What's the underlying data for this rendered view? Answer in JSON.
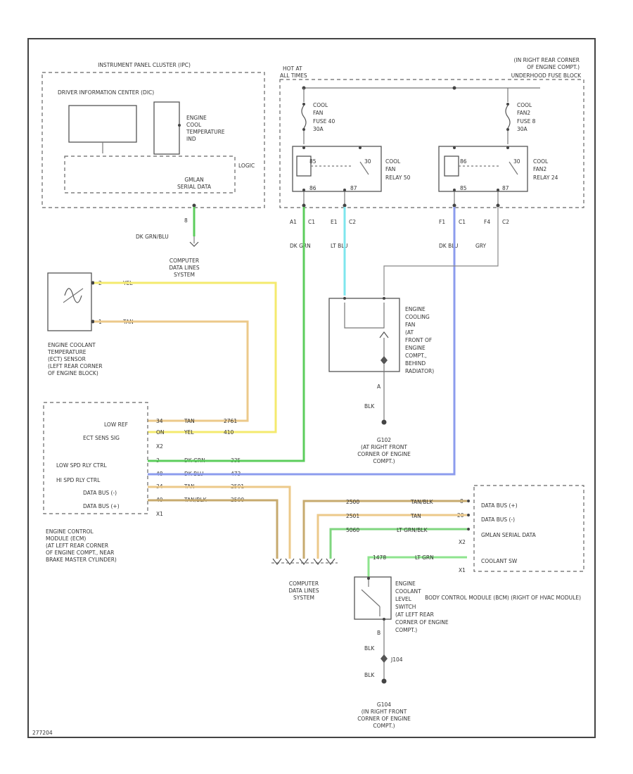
{
  "colors": {
    "dk_grn": "#5ccd5c",
    "lt_blu": "#7ee6ee",
    "dk_blu": "#8c9cee",
    "yel": "#f4ea6e",
    "tan": "#ecc98a",
    "tan_blk": "#c7aa6e",
    "lt_grn_blk": "#7fd67f",
    "lt_grn": "#8ee48e",
    "frame": "#444444"
  },
  "ipc": {
    "title": "INSTRUMENT PANEL CLUSTER (IPC)",
    "dic": "DRIVER INFORMATION CENTER (DIC)",
    "gauge_label": [
      "ENGINE",
      "COOL",
      "TEMPERATURE",
      "IND"
    ],
    "logic": "LOGIC",
    "gmlan": [
      "GMLAN",
      "SERIAL DATA"
    ],
    "pin": "8",
    "wire": "DK GRN/BLU"
  },
  "computer_data_top": [
    "COMPUTER",
    "DATA LINES",
    "SYSTEM"
  ],
  "computer_data_bottom": [
    "COMPUTER",
    "DATA LINES",
    "SYSTEM"
  ],
  "ect": {
    "pins": [
      "2",
      "1"
    ],
    "wires": [
      "YEL",
      "TAN"
    ],
    "label": [
      "ENGINE COOLANT",
      "TEMPERATURE",
      "(ECT) SENSOR",
      "(LEFT REAR CORNER",
      "OF ENGINE BLOCK)"
    ]
  },
  "ecm": {
    "rows": [
      {
        "pin": "34",
        "label": "LOW REF",
        "wire": "TAN",
        "circuit": "2761"
      },
      {
        "pin": "ON",
        "label": "ECT SENS SIG",
        "wire": "YEL",
        "circuit": "410"
      },
      {
        "pin": "3",
        "label": "LOW SPD RLY CTRL",
        "wire": "DK GRN",
        "circuit": "335"
      },
      {
        "pin": "48",
        "label": "HI SPD RLY CTRL",
        "wire": "DK BLU",
        "circuit": "473"
      },
      {
        "pin": "34",
        "label": "DATA BUS (-)",
        "wire": "TAN",
        "circuit": "2501"
      },
      {
        "pin": "40",
        "label": "DATA BUS (+)",
        "wire": "TAN/BLK",
        "circuit": "2500"
      }
    ],
    "connectors": [
      "X2",
      "X1"
    ],
    "label": [
      "ENGINE CONTROL",
      "MODULE (ECM)",
      "(AT LEFT REAR CORNER",
      "OF ENGINE COMPT., NEAR",
      "BRAKE MASTER CYLINDER)"
    ]
  },
  "underhood": {
    "hot_at": [
      "HOT AT",
      "ALL TIMES"
    ],
    "location": [
      "(IN RIGHT REAR CORNER",
      "OF ENGINE COMPT.)",
      "UNDERHOOD FUSE BLOCK"
    ],
    "fuse1": [
      "COOL",
      "FAN",
      "FUSE 40",
      "30A"
    ],
    "fuse2": [
      "COOL",
      "FAN2",
      "FUSE 8",
      "30A"
    ],
    "relay1": [
      "COOL",
      "FAN",
      "RELAY 50"
    ],
    "relay2": [
      "COOL",
      "FAN2",
      "RELAY 24"
    ],
    "relay_pins1": [
      "85",
      "86",
      "30",
      "87"
    ],
    "relay_pins2": [
      "86",
      "85",
      "30",
      "87"
    ],
    "term": [
      "A1",
      "C1",
      "E1",
      "C2",
      "F1",
      "C1",
      "F4",
      "C2"
    ],
    "wires": [
      "DK GRN",
      "LT BLU",
      "DK BLU",
      "GRY"
    ]
  },
  "fan": {
    "label": [
      "ENGINE",
      "COOLING",
      "FAN",
      "(AT",
      "FRONT OF",
      "ENGINE",
      "COMPT.,",
      "BEHIND",
      "RADIATOR)"
    ],
    "pin": "A",
    "wire": "BLK"
  },
  "g102": {
    "id": "G102",
    "label": [
      "(AT RIGHT FRONT",
      "CORNER OF ENGINE",
      "COMPT.)"
    ]
  },
  "bcm": {
    "rows": [
      {
        "circuit": "2500",
        "wire": "TAN/BLK",
        "pin": "8",
        "label": "DATA BUS (+)"
      },
      {
        "circuit": "2501",
        "wire": "TAN",
        "pin": "20",
        "label": "DATA BUS (-)"
      },
      {
        "circuit": "5060",
        "wire": "LT GRN/BLK",
        "pin": "",
        "label": "GMLAN SERIAL DATA"
      },
      {
        "circuit": "1478",
        "wire": "LT GRN",
        "pin": "",
        "label": "COOLANT SW"
      }
    ],
    "connectors": [
      "X2",
      "X1"
    ],
    "label": "BODY CONTROL MODULE (BCM) (RIGHT OF HVAC MODULE)"
  },
  "level_sw": {
    "label": [
      "ENGINE",
      "COOLANT",
      "LEVEL",
      "SWITCH",
      "(AT LEFT REAR",
      "CORNER OF ENGINE",
      "COMPT.)"
    ],
    "pin": "B",
    "wires": [
      "BLK",
      "BLK"
    ],
    "splice": "J104"
  },
  "g104": {
    "id": "G104",
    "label": [
      "(IN RIGHT FRONT",
      "CORNER OF ENGINE",
      "COMPT.)"
    ]
  },
  "footer_id": "277204"
}
